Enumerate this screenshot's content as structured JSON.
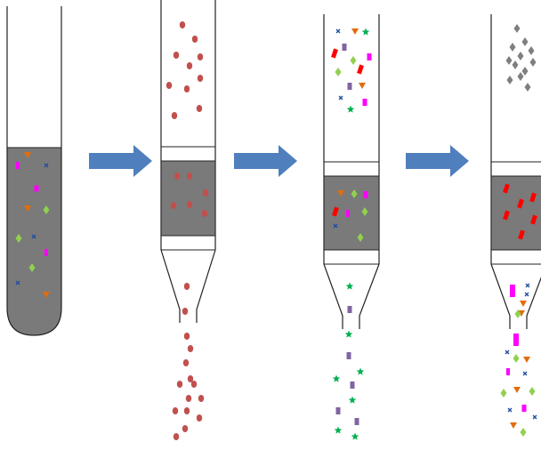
{
  "diagram": {
    "steps": [
      {
        "name": "sample-tube",
        "description_text": ""
      },
      {
        "name": "column-1",
        "description_text": ""
      },
      {
        "name": "column-2",
        "description_text": ""
      },
      {
        "name": "column-3",
        "description_text": ""
      }
    ],
    "arrows": 3,
    "colors": {
      "outline": "#222222",
      "gel": "#7a7a7a",
      "arrow": "#4f7fbd",
      "red_dot": "#c0504d",
      "orange": "#e36c0a",
      "magenta": "#ff00ff",
      "green": "#00b050",
      "lime_diamond": "#92d050",
      "purple": "#8064a2",
      "blue_x": "#1f4e9f",
      "red_rect": "#ff0000",
      "gray_diamond": "#7f7f7f"
    }
  }
}
